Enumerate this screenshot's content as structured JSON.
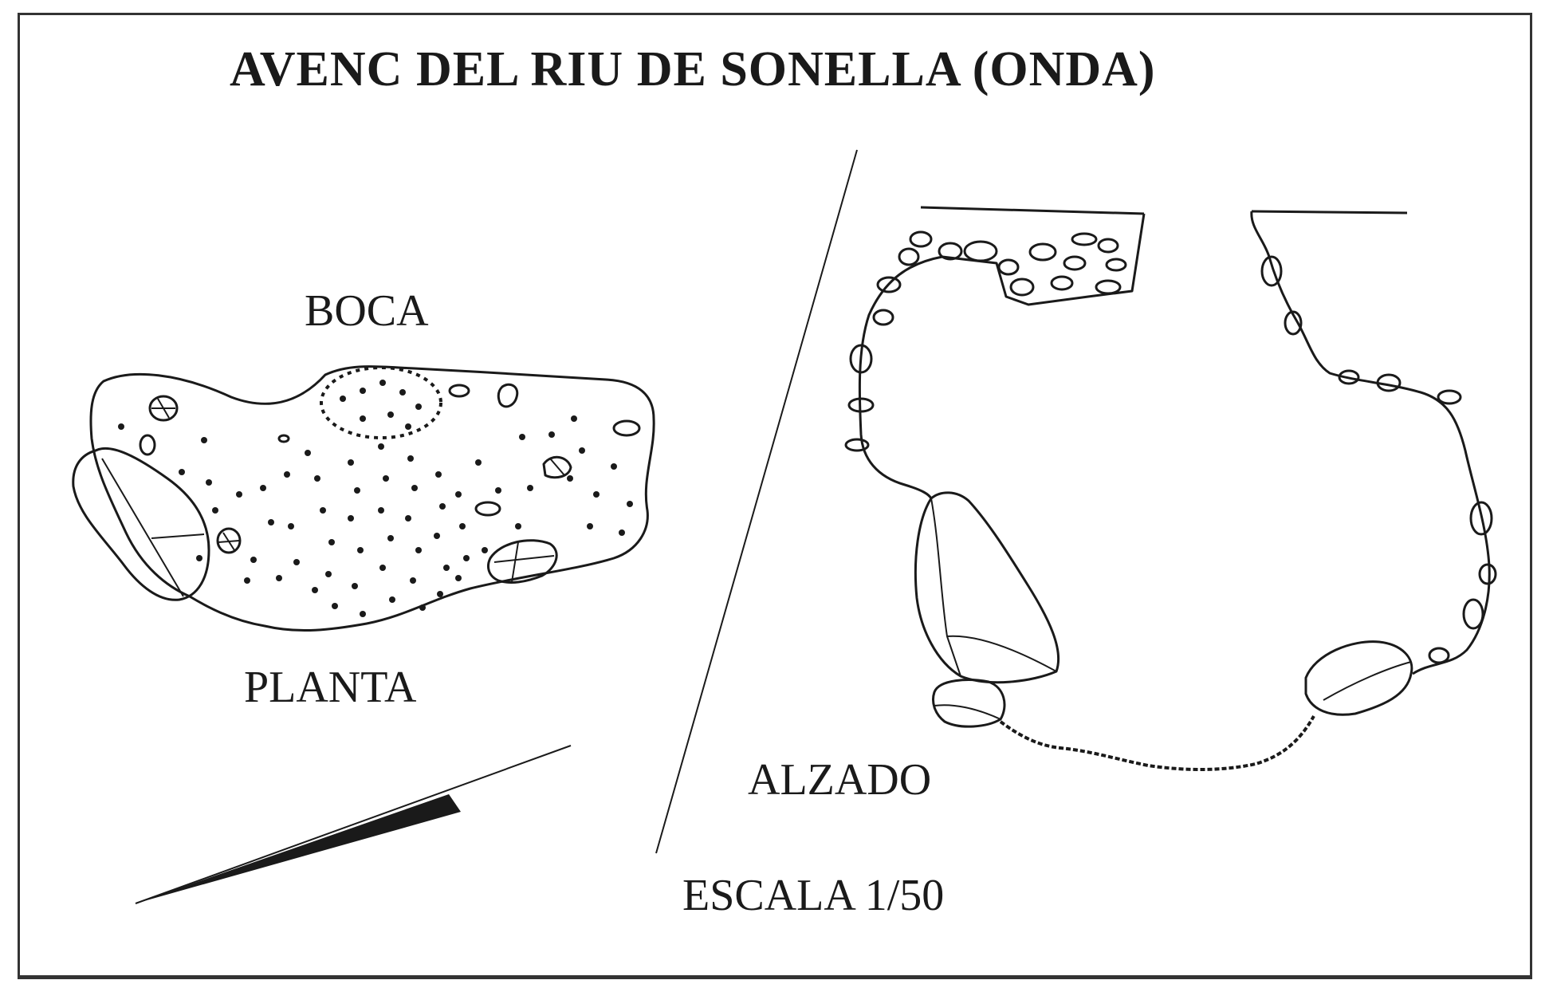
{
  "title": "AVENC DEL RIU DE SONELLA (ONDA)",
  "plan_view": {
    "opening_label": "BOCA",
    "view_label": "PLANTA"
  },
  "elevation_view": {
    "view_label": "ALZADO"
  },
  "scale": {
    "label": "ESCALA 1/50"
  },
  "north_arrow": {
    "icon": "north-arrow-icon"
  },
  "colors": {
    "ink": "#1a1a1a",
    "paper": "#ffffff"
  }
}
